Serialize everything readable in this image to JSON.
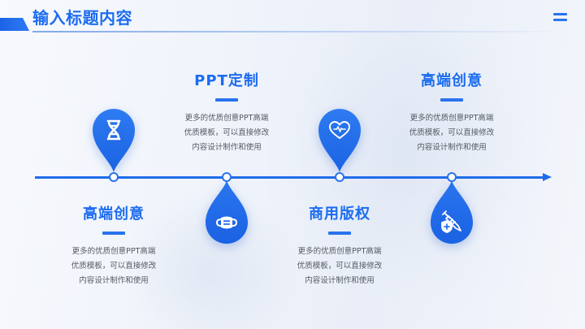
{
  "header": {
    "title": "输入标题内容",
    "menu_icon": "hamburger-menu-icon"
  },
  "colors": {
    "accent": "#1f6cea",
    "title": "#1c6cf0",
    "body_text": "#555a63",
    "background": "#eef2fa"
  },
  "timeline": {
    "direction": "right-arrow",
    "items": [
      {
        "title": "高端创意",
        "description": [
          "更多的优质创意PPT高端",
          "优质模板，可以直接修改",
          "内容设计制作和使用"
        ],
        "icon": "dna-icon",
        "pin_direction": "above",
        "text_position": "below"
      },
      {
        "title": "PPT定制",
        "description": [
          "更多的优质创意PPT高端",
          "优质模板，可以直接修改",
          "内容设计制作和使用"
        ],
        "icon": "face-mask-icon",
        "pin_direction": "below",
        "text_position": "above"
      },
      {
        "title": "商用版权",
        "description": [
          "更多的优质创意PPT高端",
          "优质模板，可以直接修改",
          "内容设计制作和使用"
        ],
        "icon": "heart-pulse-icon",
        "pin_direction": "above",
        "text_position": "below"
      },
      {
        "title": "高端创意",
        "description": [
          "更多的优质创意PPT高端",
          "优质模板，可以直接修改",
          "内容设计制作和使用"
        ],
        "icon": "vaccine-syringe-shield-icon",
        "pin_direction": "below",
        "text_position": "above"
      }
    ]
  }
}
